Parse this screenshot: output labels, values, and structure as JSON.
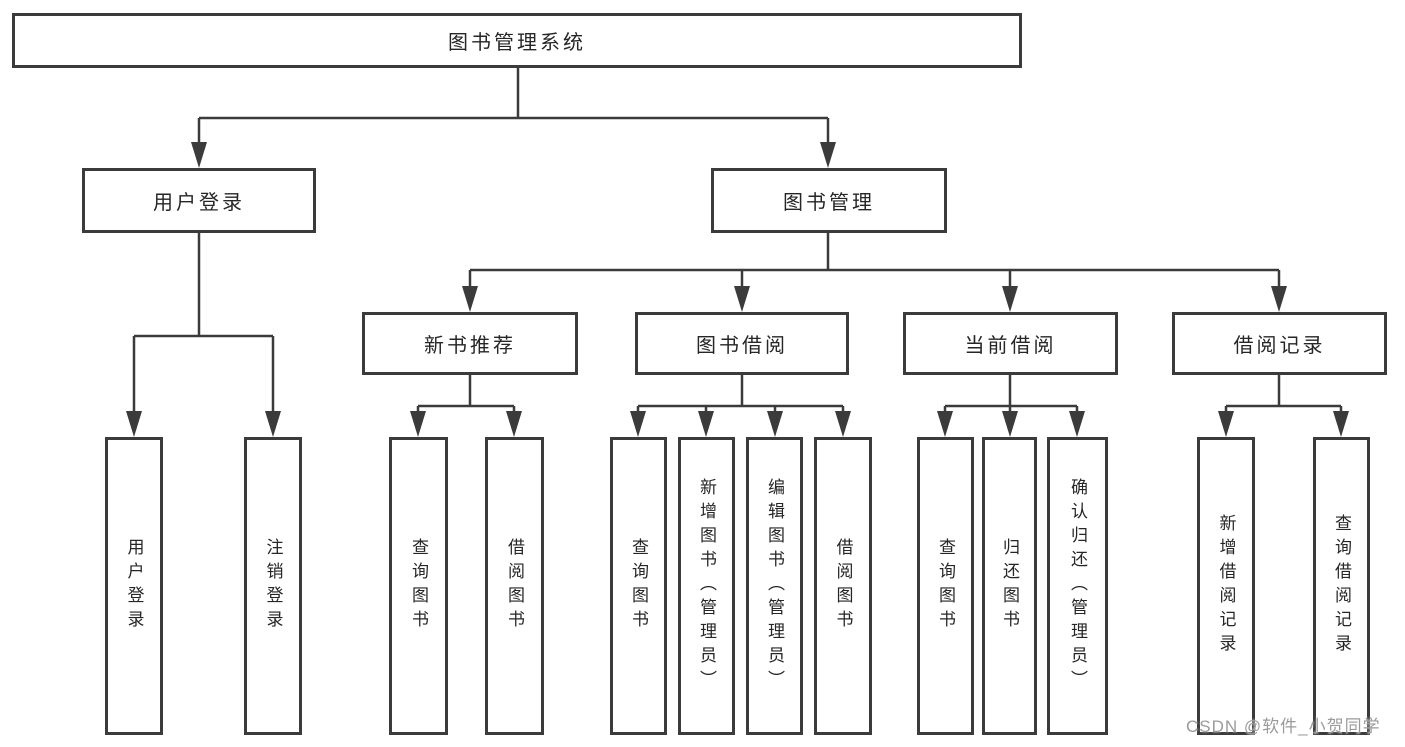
{
  "nodes": {
    "root": "图书管理系统",
    "user_login": "用户登录",
    "book_management": "图书管理",
    "new_book_recommend": "新书推荐",
    "book_borrow": "图书借阅",
    "current_borrow": "当前借阅",
    "borrow_records": "借阅记录",
    "leaf_user_login": "用户登录",
    "leaf_logout": "注销登录",
    "leaf_rec_query_books": "查询图书",
    "leaf_rec_borrow_books": "借阅图书",
    "leaf_bb_query_books": "查询图书",
    "leaf_bb_add_books": "新增图书（管理员）",
    "leaf_bb_edit_books": "编辑图书（管理员）",
    "leaf_bb_borrow_books": "借阅图书",
    "leaf_cb_query_books": "查询图书",
    "leaf_cb_return_books": "归还图书",
    "leaf_cb_confirm_return": "确认归还（管理员）",
    "leaf_br_add_record": "新增借阅记录",
    "leaf_br_query_record": "查询借阅记录"
  },
  "hierarchy": {
    "图书管理系统": {
      "用户登录": [
        "用户登录",
        "注销登录"
      ],
      "图书管理": {
        "新书推荐": [
          "查询图书",
          "借阅图书"
        ],
        "图书借阅": [
          "查询图书",
          "新增图书（管理员）",
          "编辑图书（管理员）",
          "借阅图书"
        ],
        "当前借阅": [
          "查询图书",
          "归还图书",
          "确认归还（管理员）"
        ],
        "借阅记录": [
          "新增借阅记录",
          "查询借阅记录"
        ]
      }
    }
  },
  "watermark": "CSDN @软件_小贺同学",
  "colors": {
    "line": "#3b3b3b",
    "text": "#262626",
    "background": "#ffffff",
    "watermark": "#9b9b9b"
  }
}
